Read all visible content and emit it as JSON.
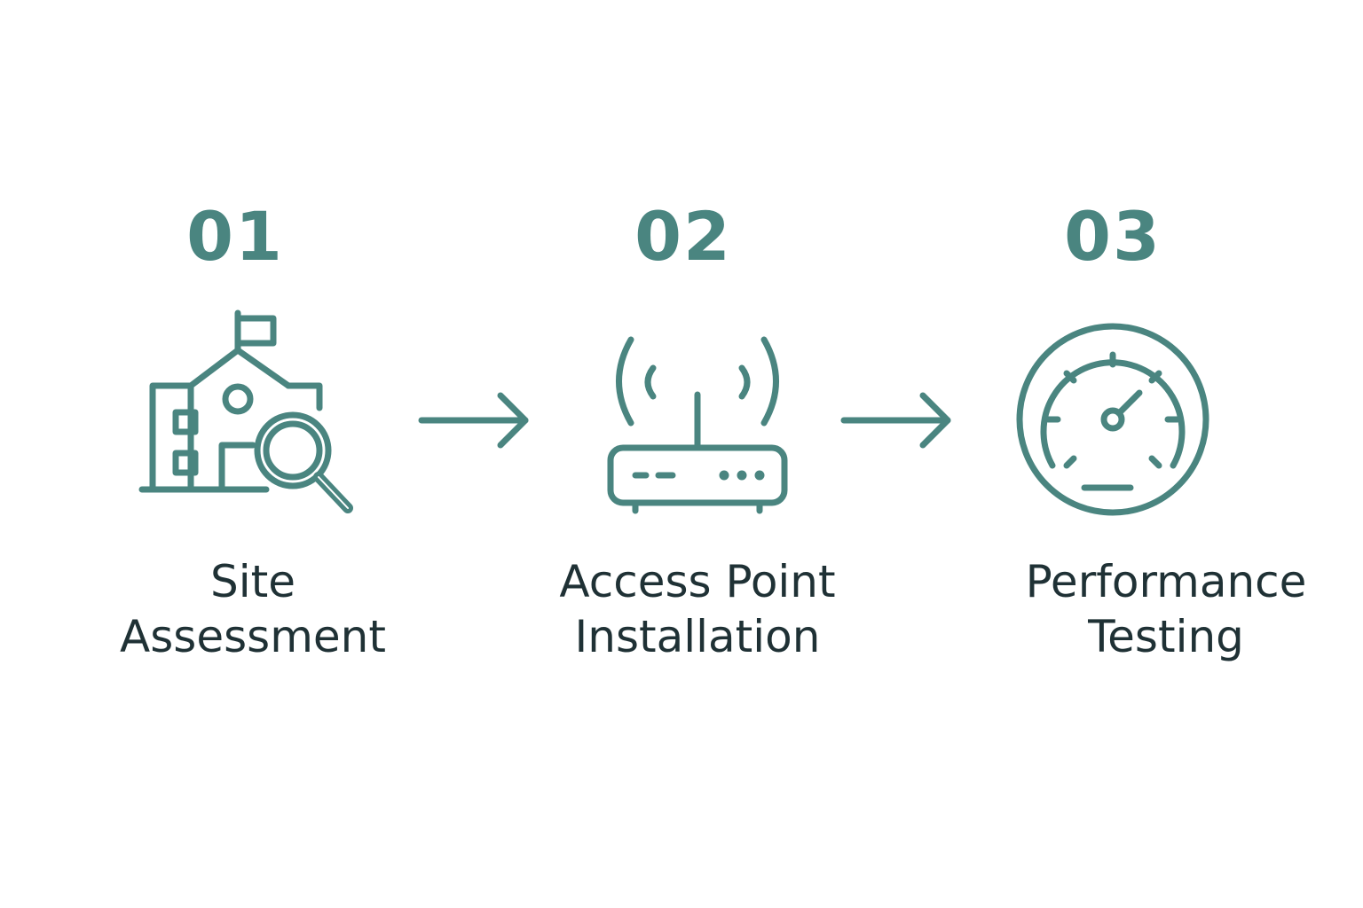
{
  "colors": {
    "accent": "#4a8580",
    "text": "#1f3135",
    "background": "#ffffff"
  },
  "steps": [
    {
      "number": "01",
      "label_line1": "Site",
      "label_line2": "Assessment",
      "icon": "building-magnifier-icon"
    },
    {
      "number": "02",
      "label_line1": "Access Point",
      "label_line2": "Installation",
      "icon": "wifi-router-icon"
    },
    {
      "number": "03",
      "label_line1": "Performance",
      "label_line2": "Testing",
      "icon": "speedometer-icon"
    }
  ],
  "connectors": [
    "arrow-right-icon",
    "arrow-right-icon"
  ]
}
